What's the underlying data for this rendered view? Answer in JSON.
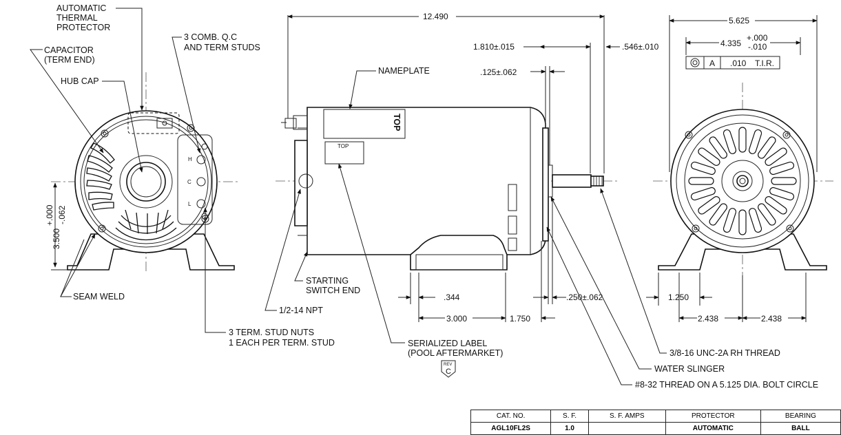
{
  "labels": {
    "thermal_1": "AUTOMATIC",
    "thermal_2": "THERMAL",
    "thermal_3": "PROTECTOR",
    "capacitor_1": "CAPACITOR",
    "capacitor_2": "(TERM END)",
    "hub_cap": "HUB CAP",
    "qc_1": "3 COMB. Q.C",
    "qc_2": "AND TERM STUDS",
    "nameplate": "NAMEPLATE",
    "top_label": "TOP",
    "top_small": "TOP",
    "seam_weld": "SEAM WELD",
    "starting_1": "STARTING",
    "starting_2": "SWITCH END",
    "npt": "1/2-14 NPT",
    "nuts_1": "3 TERM. STUD NUTS",
    "nuts_2": "1 EACH PER TERM. STUD",
    "serial_1": "SERIALIZED LABEL",
    "serial_2": "(POOL AFTERMARKET)",
    "rev": "REV",
    "rev_letter": "C",
    "thread": "3/8-16 UNC-2A RH THREAD",
    "slinger": "WATER SLINGER",
    "bolt_circle": "#8-32 THREAD ON A 5.125 DIA. BOLT CIRCLE",
    "term_h": "H",
    "term_c": "C",
    "term_l": "L"
  },
  "dimensions": {
    "overall_length": "12.490",
    "d_1810": "1.810±.015",
    "d_546": ".546±.010",
    "d_125": ".125±.062",
    "d_344": ".344",
    "d_3000": "3.000",
    "d_1750": "1.750",
    "d_250": ".250±.062",
    "height_3500": "3.500",
    "height_tol_plus": "+.000",
    "height_tol_minus": "-.062",
    "width_5625": "5.625",
    "width_4335": "4.335",
    "width_tol_plus": "+.000",
    "width_tol_minus": "-.010",
    "d_1250": "1.250",
    "d_2438_left": "2.438",
    "d_2438_right": "2.438"
  },
  "tolerance_frame": {
    "symbol": "concentricity",
    "datum": "A",
    "value": ".010",
    "note": "T.I.R."
  },
  "table": {
    "headers": [
      "CAT. NO.",
      "S. F.",
      "S. F. AMPS",
      "PROTECTOR",
      "BEARING"
    ],
    "values": [
      "AGL10FL2S",
      "1.0",
      "",
      "AUTOMATIC",
      "BALL"
    ]
  }
}
